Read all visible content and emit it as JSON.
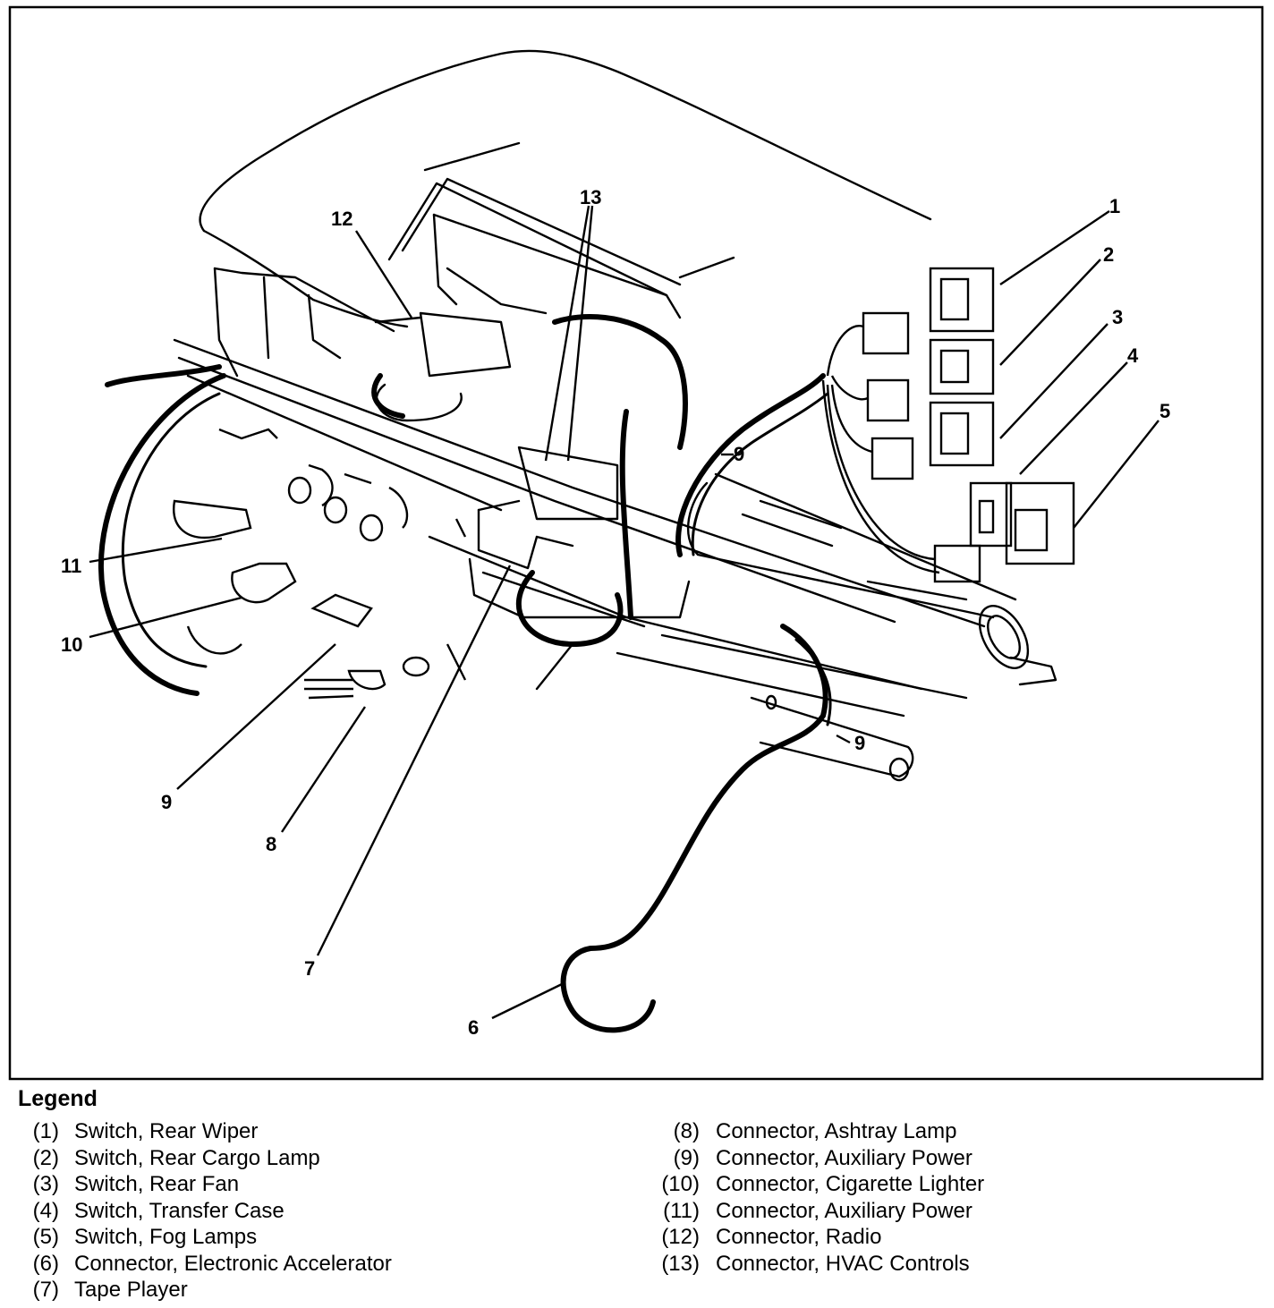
{
  "callouts": {
    "c1": "1",
    "c2": "2",
    "c3": "3",
    "c4": "4",
    "c5": "5",
    "c6": "6",
    "c7": "7",
    "c8": "8",
    "c9": "9",
    "c10": "10",
    "c11": "11",
    "c12": "12",
    "c13": "13",
    "c9b": "9",
    "c9c": "9"
  },
  "legend": {
    "title": "Legend",
    "left": [
      {
        "num": "(1)",
        "text": "Switch, Rear Wiper"
      },
      {
        "num": "(2)",
        "text": "Switch, Rear Cargo Lamp"
      },
      {
        "num": "(3)",
        "text": "Switch, Rear Fan"
      },
      {
        "num": "(4)",
        "text": "Switch, Transfer Case"
      },
      {
        "num": "(5)",
        "text": "Switch, Fog Lamps"
      },
      {
        "num": "(6)",
        "text": "Connector, Electronic Accelerator"
      },
      {
        "num": "(7)",
        "text": "Tape Player"
      }
    ],
    "right": [
      {
        "num": "(8)",
        "text": "Connector, Ashtray Lamp"
      },
      {
        "num": "(9)",
        "text": "Connector, Auxiliary Power"
      },
      {
        "num": "(10)",
        "text": "Connector, Cigarette Lighter"
      },
      {
        "num": "(11)",
        "text": "Connector, Auxiliary Power"
      },
      {
        "num": "(12)",
        "text": "Connector, Radio"
      },
      {
        "num": "(13)",
        "text": "Connector, HVAC Controls"
      }
    ]
  }
}
